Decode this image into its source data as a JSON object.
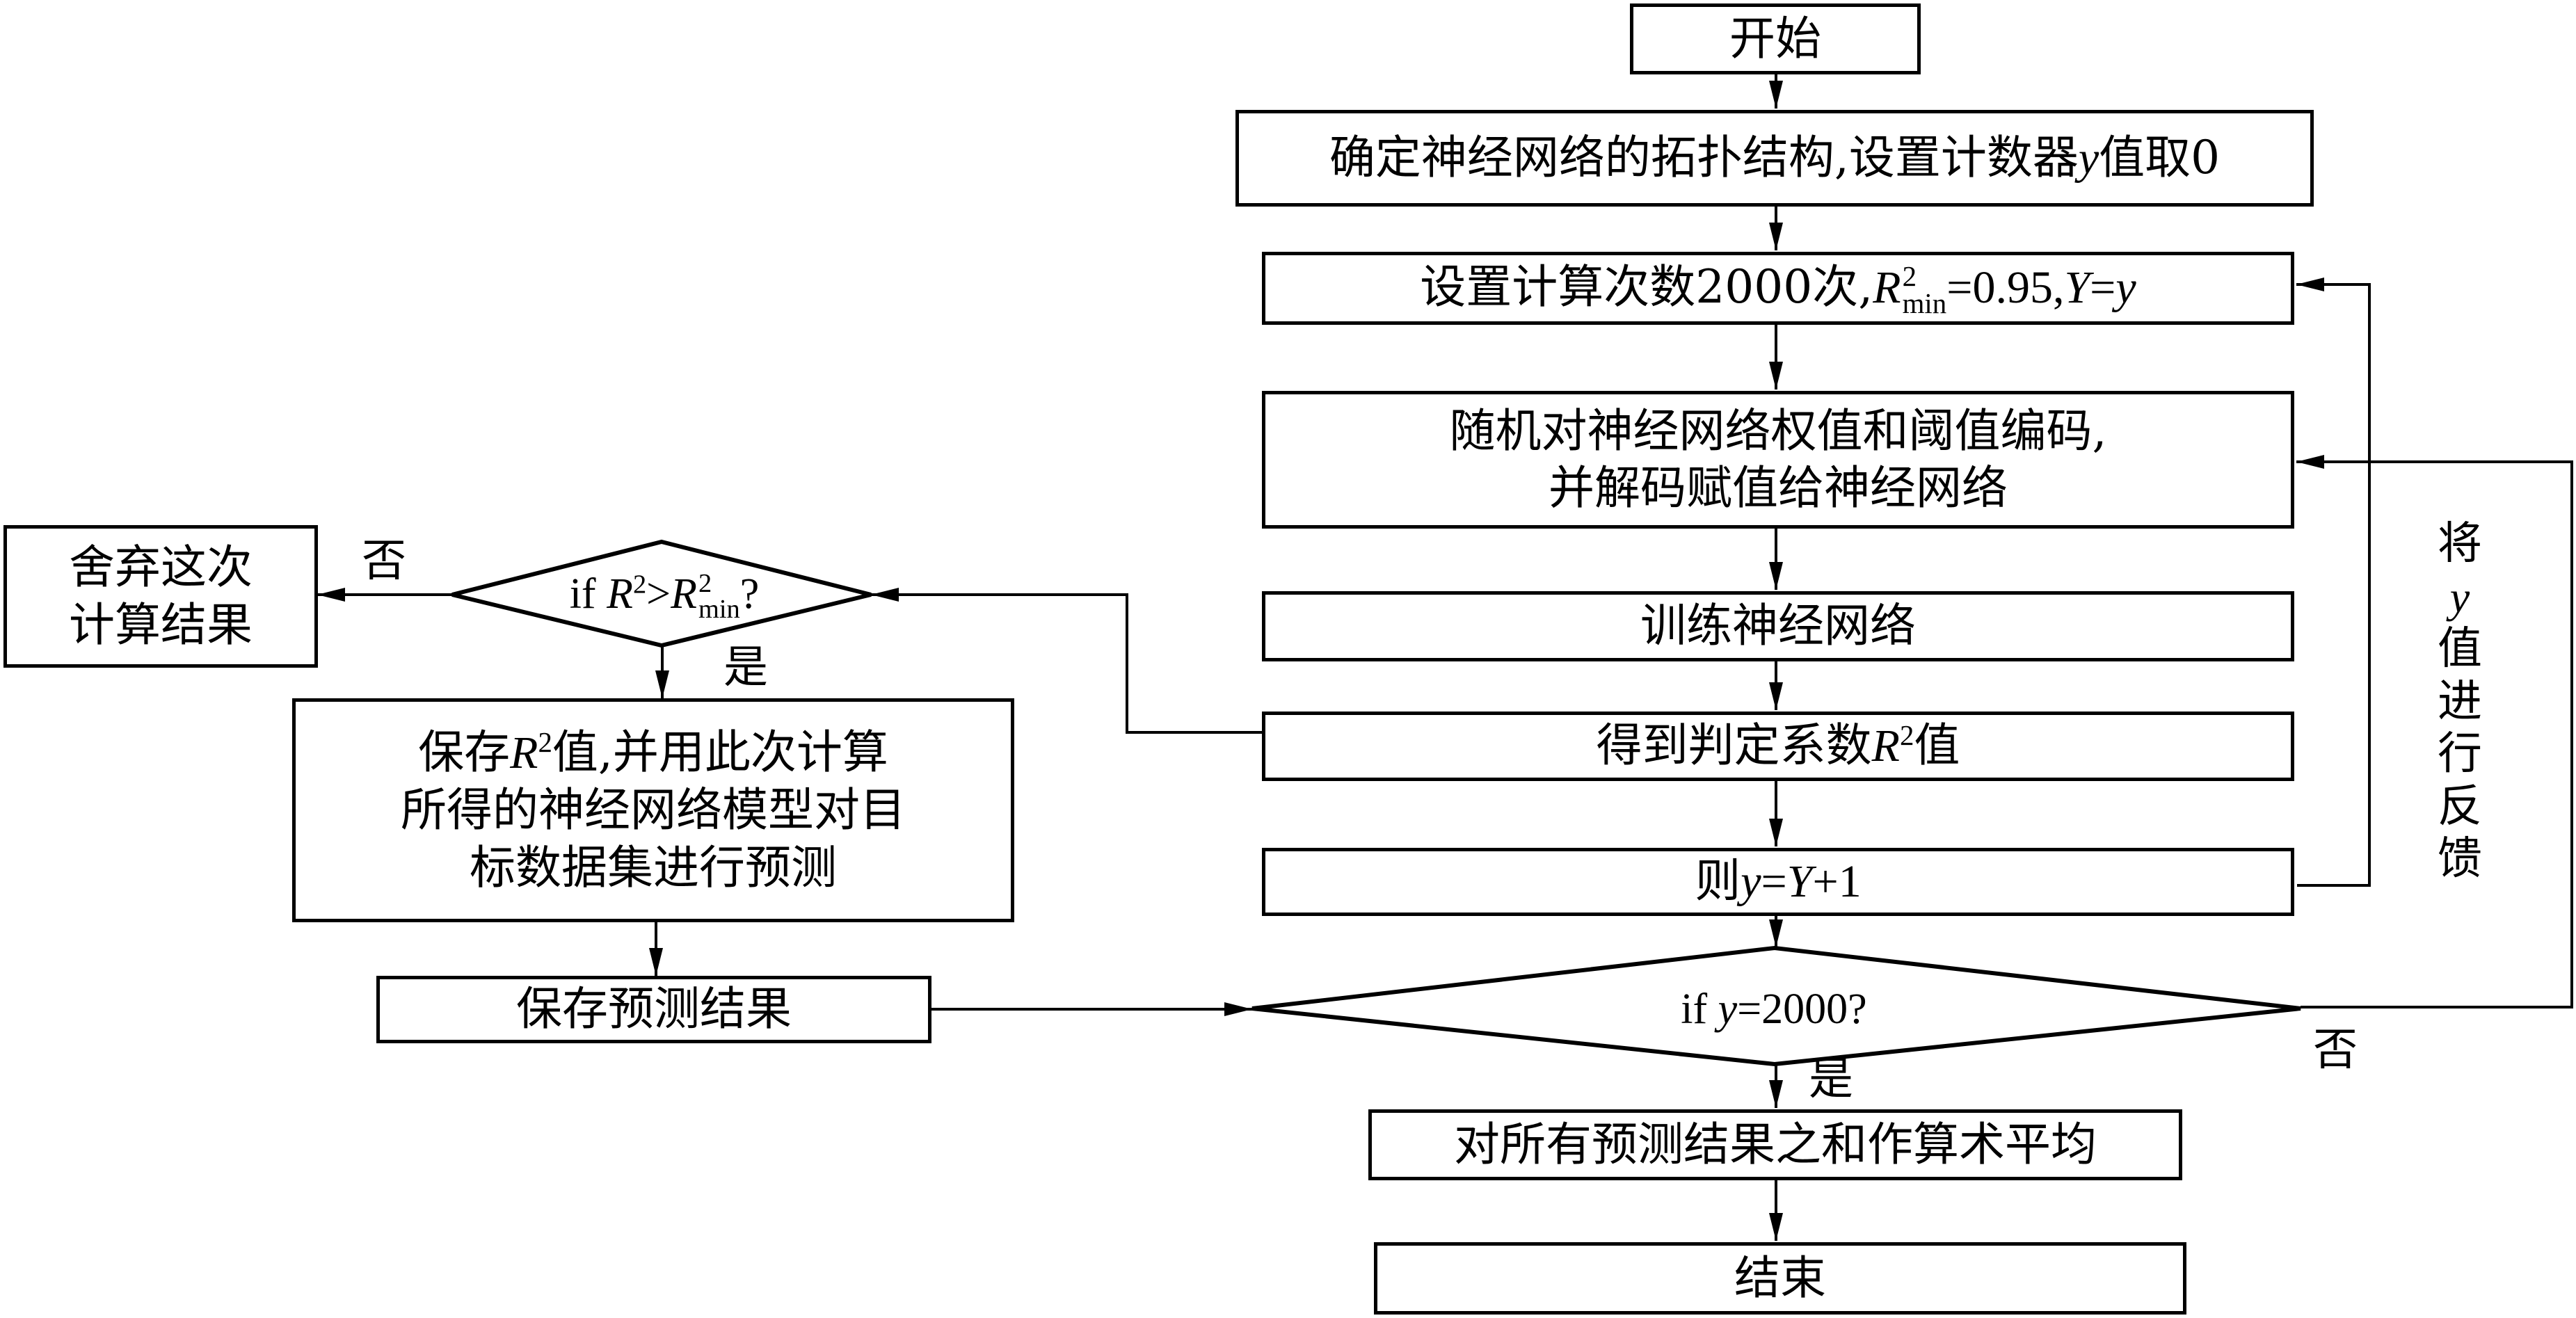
{
  "diagram": {
    "type": "flowchart",
    "nodes": {
      "start": {
        "text": "开始"
      },
      "init": {
        "text_a": "确定神经网络的拓扑结构,设置计数器",
        "var": "y",
        "text_b": "值取0"
      },
      "setup": {
        "text_a": "设置计算次数2000次,",
        "R": "R",
        "sup": "2",
        "sub": "min",
        "text_b": "=0.95,",
        "Y": "Y",
        "eq": "=",
        "y": "y"
      },
      "encode": {
        "line1": "随机对神经网络权值和阈值编码,",
        "line2": "并解码赋值给神经网络"
      },
      "train": {
        "text": "训练神经网络"
      },
      "get_r2": {
        "text_a": "得到判定系数",
        "R": "R",
        "sup": "2",
        "text_b": "值"
      },
      "increment": {
        "text_a": "则",
        "y": "y",
        "eq": "=",
        "Y": "Y",
        "plus": "+1"
      },
      "check_count": {
        "text_a": "if ",
        "y": "y",
        "text_b": "=2000?"
      },
      "average": {
        "text": "对所有预测结果之和作算术平均"
      },
      "end": {
        "text": "结束"
      },
      "check_r2": {
        "text_a": "if ",
        "R": "R",
        "sup": "2",
        "gt": ">",
        "R2": "R",
        "sup2": "2",
        "sub2": "min",
        "q": "?"
      },
      "discard": {
        "line1": "舍弃这次",
        "line2": "计算结果"
      },
      "save_r2": {
        "line1_a": "保存",
        "R": "R",
        "sup": "2",
        "line1_b": "值,并用此次计算",
        "line2": "所得的神经网络模型对目",
        "line3": "标数据集进行预测"
      },
      "save_pred": {
        "text": "保存预测结果"
      }
    },
    "edge_labels": {
      "r2_no": "否",
      "r2_yes": "是",
      "count_yes": "是",
      "count_no": "否",
      "feedback": [
        "将",
        "y",
        "值",
        "进",
        "行",
        "反",
        "馈"
      ]
    },
    "edges": [
      {
        "from": "start",
        "to": "init"
      },
      {
        "from": "init",
        "to": "setup"
      },
      {
        "from": "setup",
        "to": "encode"
      },
      {
        "from": "encode",
        "to": "train"
      },
      {
        "from": "train",
        "to": "get_r2"
      },
      {
        "from": "get_r2",
        "to": "increment"
      },
      {
        "from": "increment",
        "to": "check_count"
      },
      {
        "from": "increment",
        "to": "setup",
        "label": "feedback"
      },
      {
        "from": "get_r2",
        "to": "check_r2"
      },
      {
        "from": "check_r2",
        "to": "discard",
        "label": "否"
      },
      {
        "from": "check_r2",
        "to": "save_r2",
        "label": "是"
      },
      {
        "from": "save_r2",
        "to": "save_pred"
      },
      {
        "from": "save_pred",
        "to": "check_count"
      },
      {
        "from": "check_count",
        "to": "average",
        "label": "是"
      },
      {
        "from": "check_count",
        "to": "encode",
        "label": "否"
      },
      {
        "from": "average",
        "to": "end"
      }
    ]
  }
}
